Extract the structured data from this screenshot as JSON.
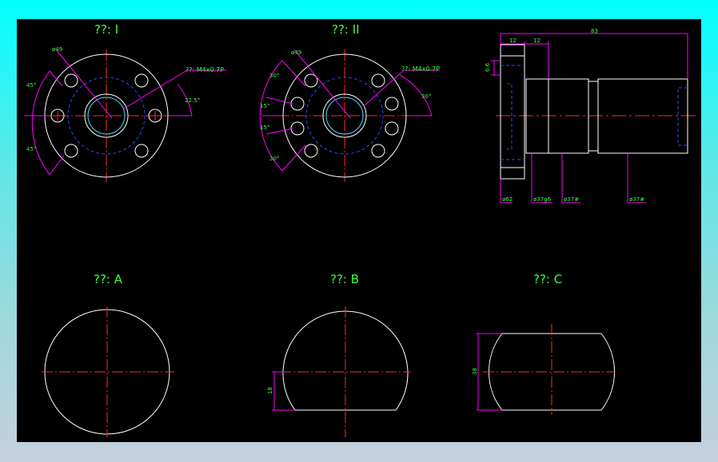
{
  "views": {
    "view_1_title": "??: I",
    "view_2_title": "??: II",
    "view_a_title": "??: A",
    "view_b_title": "??: B",
    "view_c_title": "??: C"
  },
  "annotations": {
    "v1_pcd": "ø49",
    "v1_thread": "??: M4x0.7P",
    "v1_angle_top": "45°",
    "v1_angle_bottom": "45°",
    "v1_angle_right": "22.5°",
    "v2_pcd": "ø49",
    "v2_thread": "??: M4x0.7P",
    "v2_angle_30_top": "30°",
    "v2_angle_15_top": "15°",
    "v2_angle_15_bottom": "15°",
    "v2_angle_30_bottom": "30°",
    "v2_angle_right": "30°",
    "side_overall": "83",
    "side_flange": "12",
    "side_neck": "12",
    "side_left_small": "6.6",
    "side_d62": "ø62",
    "side_d37g6": "ø37g6",
    "side_d37_a": "ø37#",
    "side_d37_b": "ø37#",
    "vb_flat": "18",
    "vc_width": "38"
  },
  "colors": {
    "background": "#000000",
    "outline": "#ffffff",
    "centerline": "#ff2a2a",
    "hidden": "#2a4bff",
    "dimension": "#ff00ff",
    "text": "#39ff39",
    "frame_top": "#00ffff"
  }
}
